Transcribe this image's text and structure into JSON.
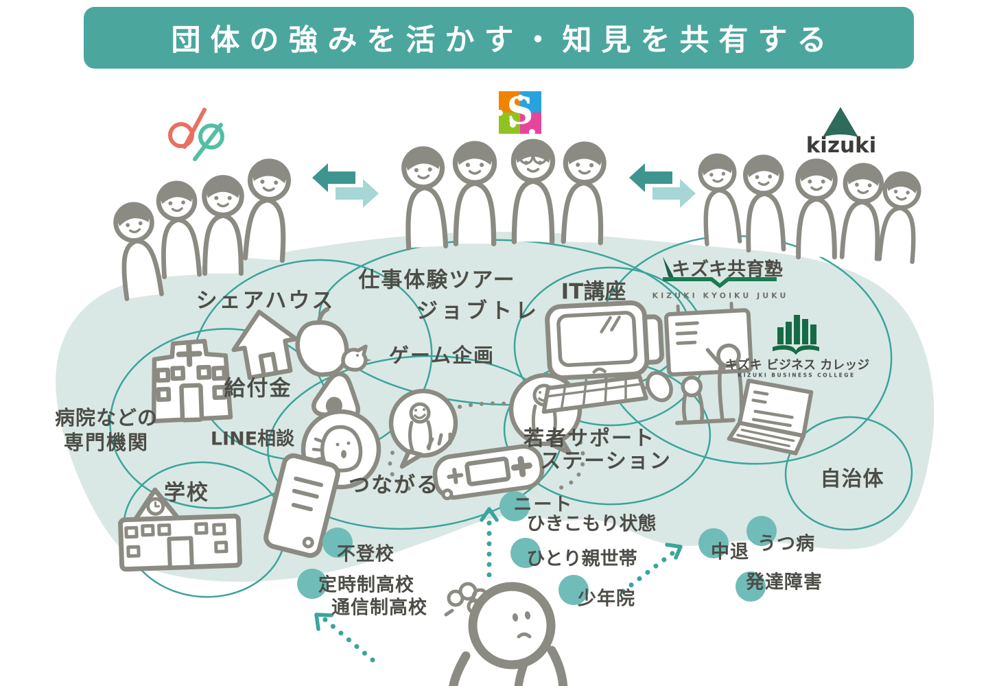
{
  "banner": {
    "title": "団体の強みを活かす・知見を共有する"
  },
  "logos": {
    "s_puzzle": {
      "letter": "S"
    },
    "kizuki": {
      "text": "kizuki"
    },
    "kizuki_kyoiku": {
      "jp": "キズキ共育塾",
      "en": "KIZUKI KYOIKU JUKU"
    },
    "kizuki_business": {
      "jp": "キズキ ビジネス カレッジ",
      "en": "KIZUKI BUSINESS COLLEGE"
    }
  },
  "programs": {
    "share_house": "シェアハウス",
    "work_tour": "仕事体験ツアー",
    "job_training": "ジョブトレ",
    "it_course": "IT講座",
    "game_planning": "ゲーム企画",
    "benefits": "給付金",
    "line_consult": "LINE相談",
    "tsunagaru": "つながる",
    "youth_support_1": "若者サポート",
    "youth_support_2": "ステーション"
  },
  "partners": {
    "hospital_1": "病院などの",
    "hospital_2": "専門機関",
    "school": "学校",
    "municipality": "自治体"
  },
  "situations": {
    "neet": "ニート",
    "hikikomori": "ひきこもり状態",
    "single_parent": "ひとり親世帯",
    "futoko": "不登校",
    "part_time_hs": "定時制高校",
    "correspondence_hs": "通信制高校",
    "juvenile": "少年院",
    "dropout": "中退",
    "depression": "うつ病",
    "developmental": "発達障害"
  },
  "colors": {
    "banner_bg": "#4BA69E",
    "banner_text": "#FFFFFF",
    "blob": "#D9E8E4",
    "circle_stroke": "#3BA49B",
    "dot": "#6FBCB8",
    "arrow_dark": "#3E948F",
    "arrow_light": "#A7D6D6",
    "ink": "#8B8B83",
    "text": "#4D4D48",
    "kizuki_green": "#2E6B5B",
    "kyoiku_green": "#1A7B52",
    "dxp_coral": "#E8705F",
    "dxp_teal": "#52BFA5",
    "s_orange": "#F08300",
    "s_blue": "#29A3DD",
    "s_green": "#8FC31F",
    "s_pink": "#E7449B"
  },
  "icons": [
    "dxp-logo-icon",
    "s-puzzle-logo-icon",
    "kizuki-triangle-icon",
    "pencil-icon",
    "book-underline-icon",
    "bar-book-icon",
    "hospital-icon",
    "house-icon",
    "apple-icon",
    "bird-icon",
    "onigiri-icon",
    "chat-bubble-left-icon",
    "chat-bubble-right-icon",
    "game-controller-icon",
    "crying-bird-icon",
    "phone-icon",
    "desktop-computer-icon",
    "classroom-icon",
    "laptop-icon",
    "school-icon",
    "worried-person",
    "scribble-icon",
    "exchange-arrows",
    "dotted-arrow"
  ]
}
